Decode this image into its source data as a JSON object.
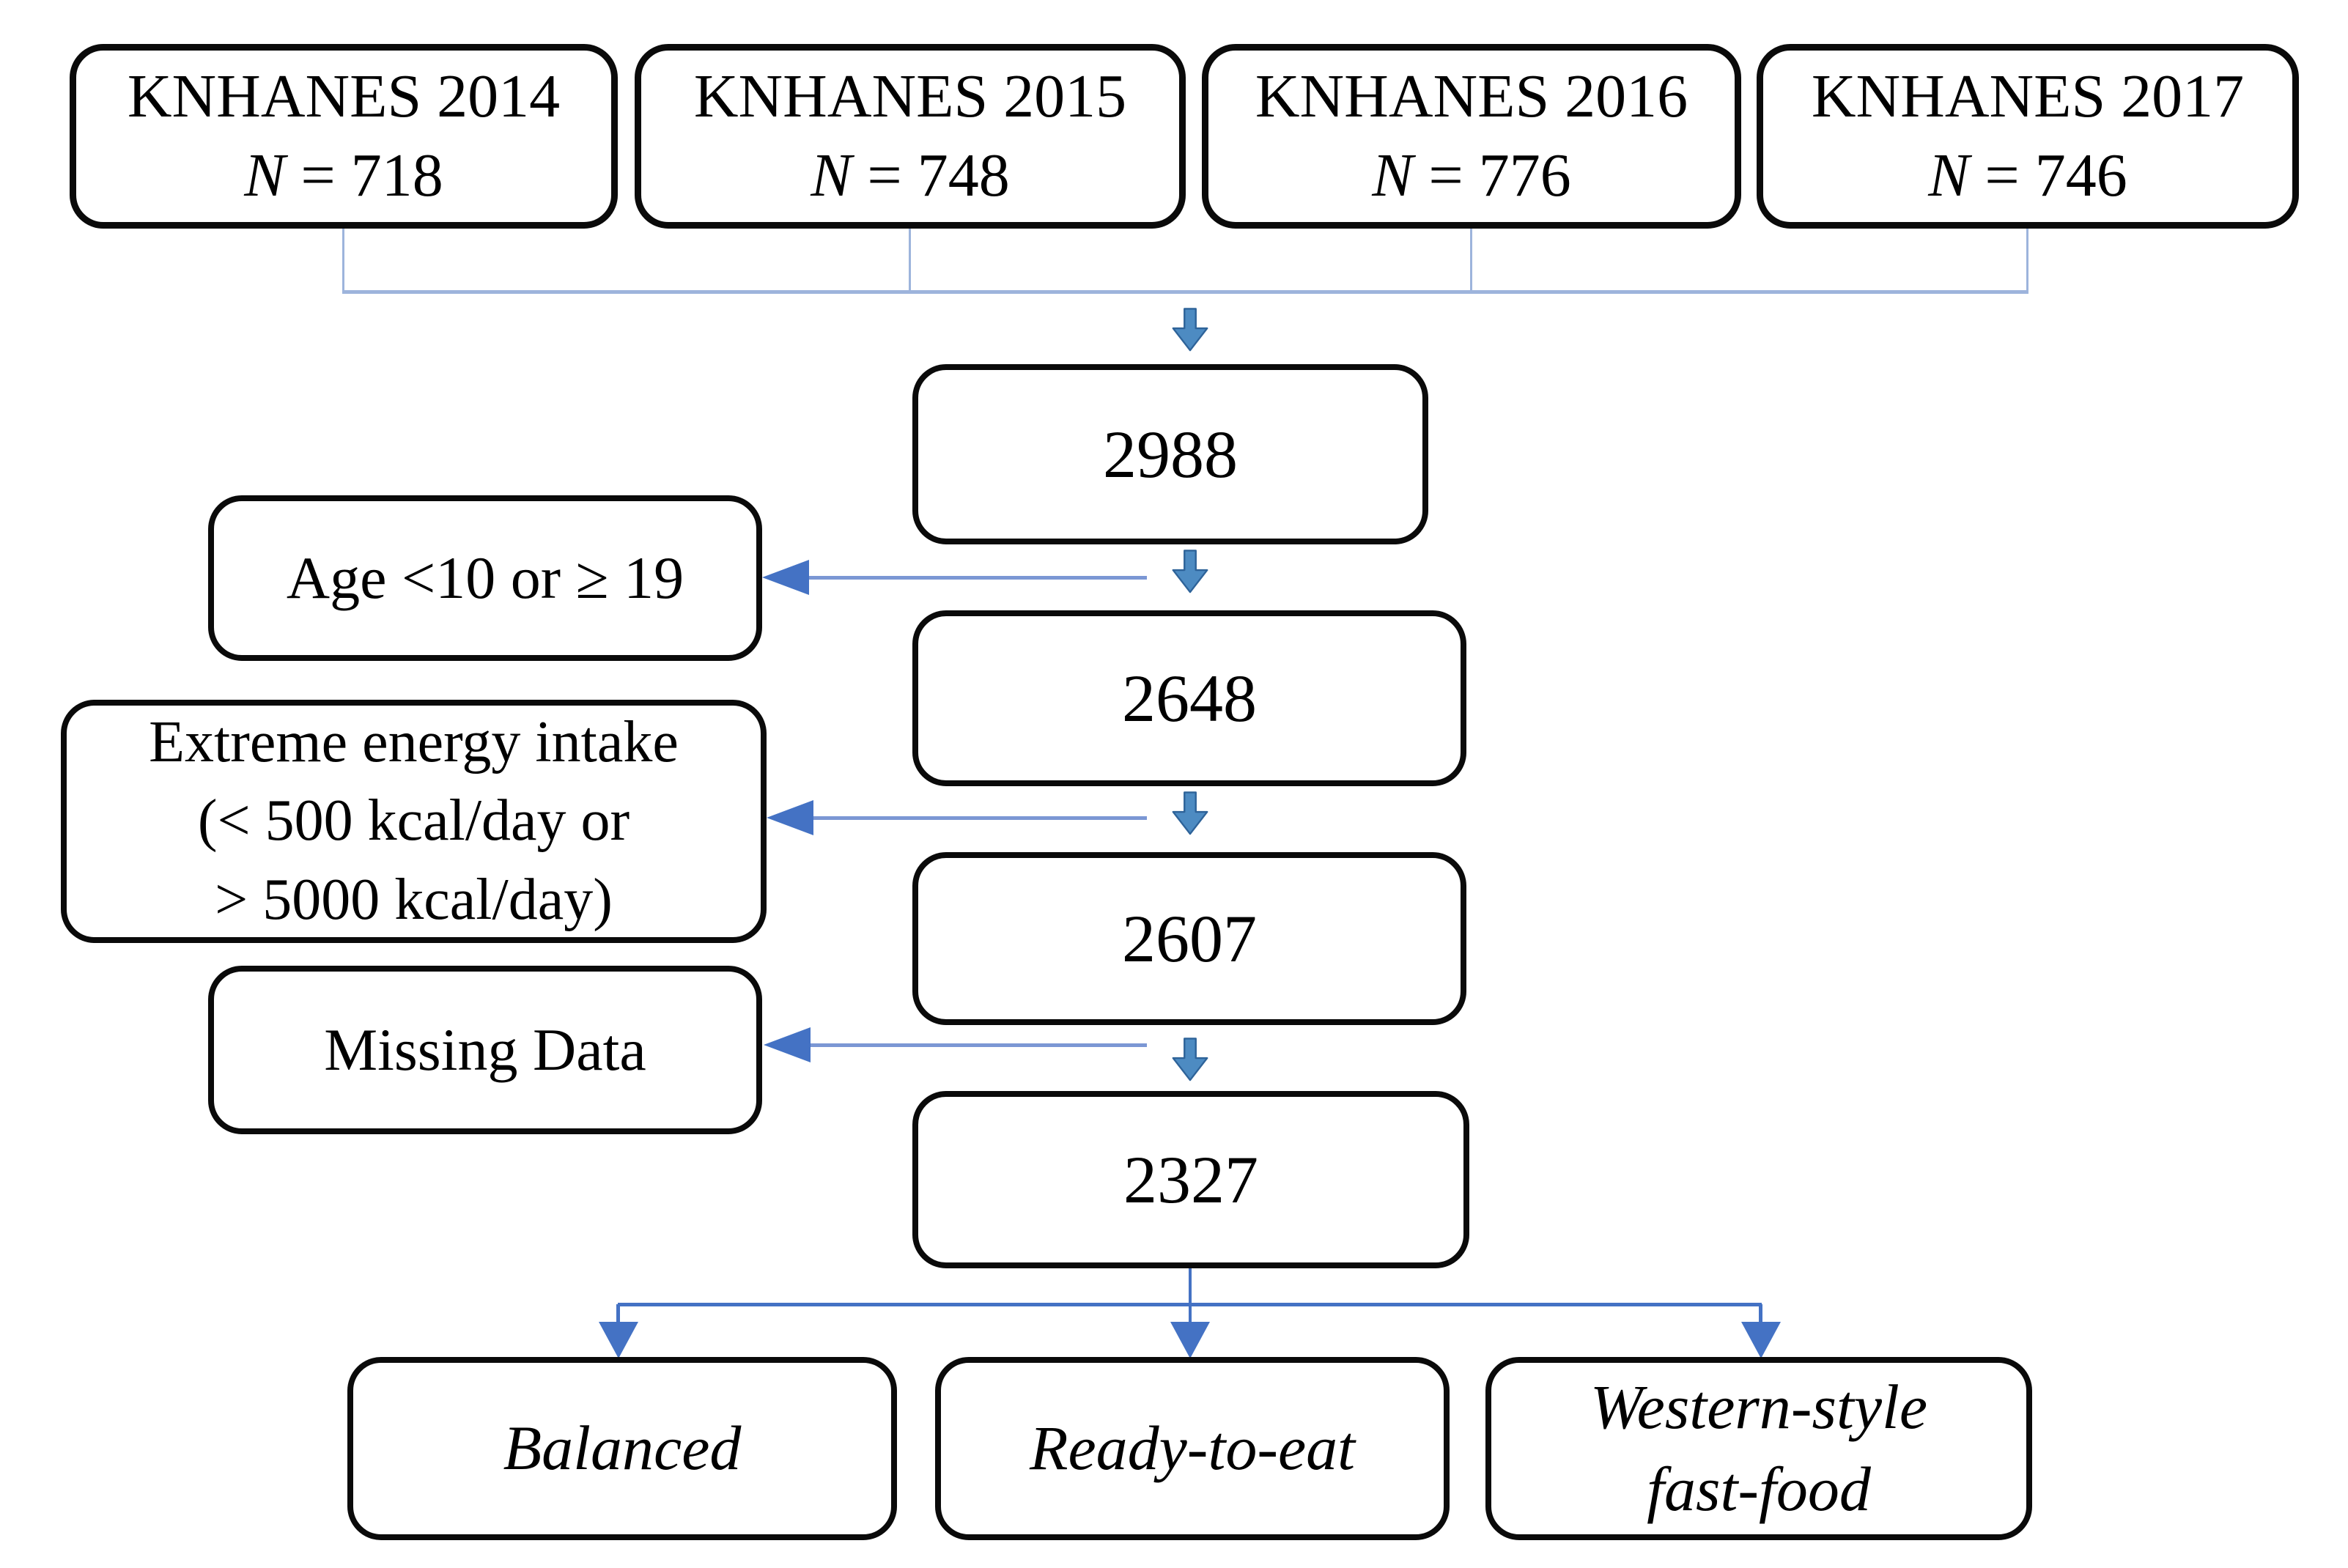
{
  "diagram": {
    "sources": [
      {
        "survey": "KNHANES 2014",
        "n_label": "N",
        "n_rest": " = 718"
      },
      {
        "survey": "KNHANES 2015",
        "n_label": "N",
        "n_rest": " = 748"
      },
      {
        "survey": "KNHANES 2016",
        "n_label": "N",
        "n_rest": " = 776"
      },
      {
        "survey": "KNHANES 2017",
        "n_label": "N",
        "n_rest": " = 746"
      }
    ],
    "steps": [
      "2988",
      "2648",
      "2607",
      "2327"
    ],
    "exclusions": [
      "Age <10 or ≥ 19",
      "Extreme energy intake\n(< 500 kcal/day or\n> 5000 kcal/day)",
      "Missing Data"
    ],
    "groups": [
      "Balanced",
      "Ready-to-eat",
      "Western-style\nfast-food"
    ],
    "colors": {
      "connector_light": "#9db4dc",
      "connector_mid": "#7b97d4",
      "arrow_blue": "#4472c4",
      "block_arrow_fill": "#4d8bc2",
      "block_arrow_edge": "#2e6399",
      "box_border": "#0a0a0a"
    }
  }
}
